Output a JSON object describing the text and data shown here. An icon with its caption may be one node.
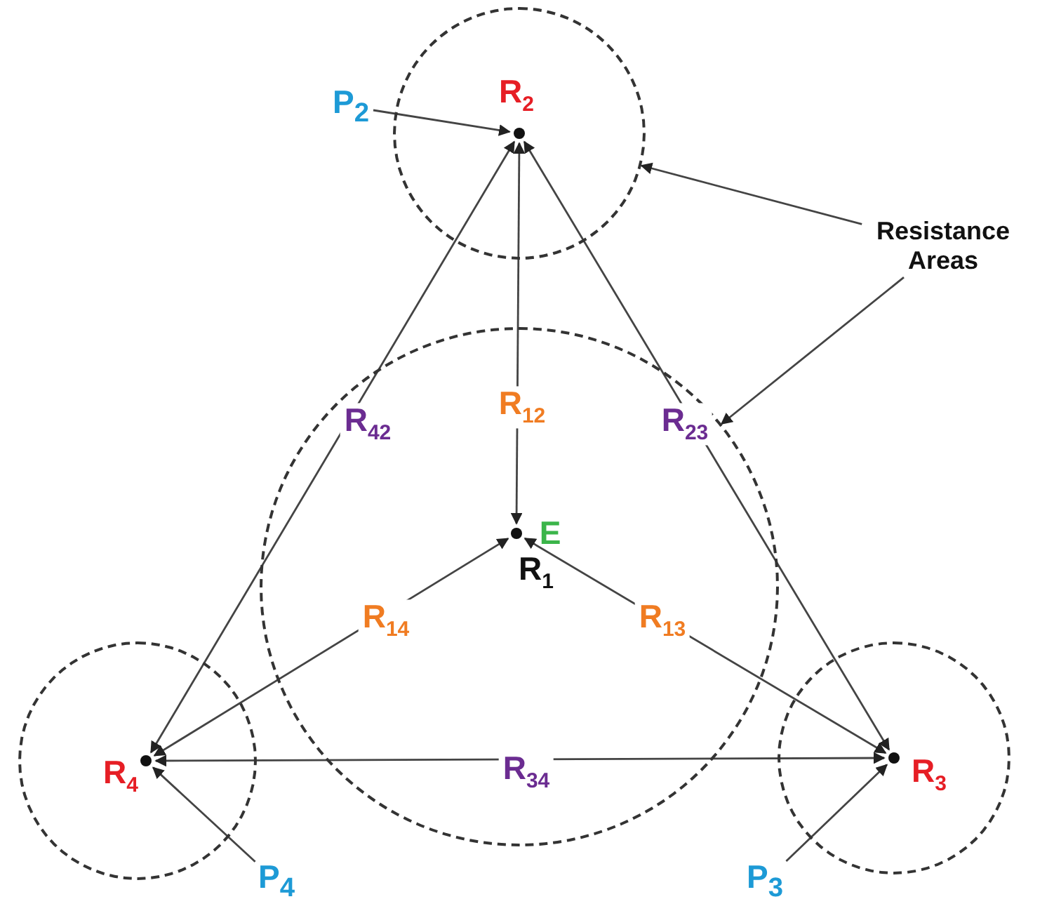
{
  "diagram": {
    "nodes": [
      {
        "text": [],
        "shape": "circle"
      },
      {
        "text": [],
        "shape": "circle",
        "in": 0,
        "beside": [
          "R$_{2}$"
        ]
      },
      {
        "text": [
          "P$_{2}$"
        ]
      },
      {
        "text": [
          "Resistance Areas"
        ]
      },
      {
        "text": [],
        "shape": "circle"
      },
      {
        "text": [],
        "shape": "circle",
        "in": 4,
        "beside": [
          "E",
          "R$_{1}$"
        ]
      },
      {
        "text": [],
        "shape": "circle"
      },
      {
        "text": [],
        "shape": "circle",
        "in": 6,
        "beside": [
          "R$_{4}$"
        ]
      },
      {
        "text": [],
        "shape": "circle"
      },
      {
        "text": [],
        "shape": "circle",
        "in": 8,
        "beside": [
          "R$_{3}$"
        ]
      },
      {
        "text": [
          "P$_{4}$"
        ]
      },
      {
        "text": [
          "P$_{3}$"
        ]
      }
    ],
    "edges": [
      {
        "from": 2,
        "to": 1,
        "arrow": "to"
      },
      {
        "from": 5,
        "to": 1,
        "arrow": "both",
        "label": "R$_{12}$"
      },
      {
        "from": 7,
        "to": 1,
        "arrow": "both",
        "label": "R$_{42}$"
      },
      {
        "from": 9,
        "to": 1,
        "arrow": "both",
        "label": "R$_{23}$"
      },
      {
        "from": 7,
        "to": 5,
        "arrow": "both",
        "label": "R$_{14}$"
      },
      {
        "from": 9,
        "to": 5,
        "arrow": "both",
        "label": "R$_{13}$"
      },
      {
        "from": 7,
        "to": 9,
        "arrow": "both",
        "label": "R$_{34}$"
      },
      {
        "from": 10,
        "to": 7,
        "arrow": "to"
      },
      {
        "from": 11,
        "to": 9,
        "arrow": "to"
      },
      {
        "from": 3,
        "to": 0,
        "arrow": "to"
      },
      {
        "from": 3,
        "to": 4,
        "arrow": "to"
      }
    ]
  }
}
